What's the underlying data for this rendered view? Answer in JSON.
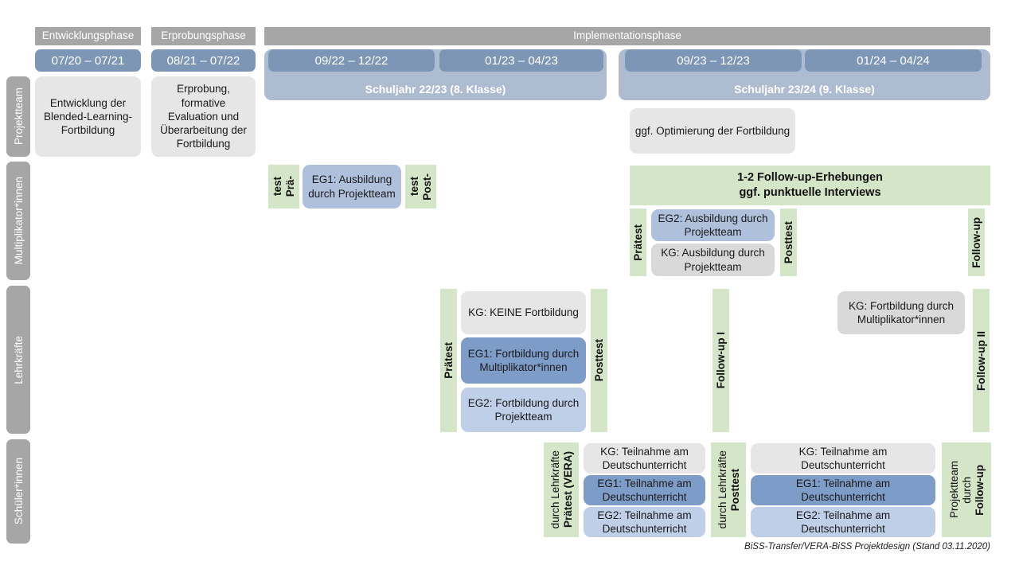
{
  "document": {
    "footer_note": "BiSS-Transfer/VERA-BiSS Projektdesign (Stand 03.11.2020)"
  },
  "colors": {
    "grey_header": "#a6a6a6",
    "period_blue": "#7e96b5",
    "schoolyear_blue": "#aebcd2",
    "box_grey": "#e6e6e6",
    "box_grey_dark": "#d9d9d9",
    "blue_mid": "#aec0dc",
    "blue_dark": "#7e9cc8",
    "blue_light": "#bfcfe7",
    "green_test": "#d5e5c8"
  },
  "phases": [
    {
      "label": "Entwicklungsphase"
    },
    {
      "label": "Erprobungsphase"
    },
    {
      "label": "Implementationsphase"
    }
  ],
  "periods": [
    {
      "label": "07/20 – 07/21"
    },
    {
      "label": "08/21 – 07/22"
    },
    {
      "label": "09/22 – 12/22"
    },
    {
      "label": "01/23 – 04/23"
    },
    {
      "label": "09/23 – 12/23"
    },
    {
      "label": "01/24 – 04/24"
    }
  ],
  "schoolyears": [
    {
      "label": "Schuljahr 22/23 (8. Klasse)"
    },
    {
      "label": "Schuljahr 23/24 (9. Klasse)"
    }
  ],
  "lanes": [
    {
      "label": "Projektteam"
    },
    {
      "label": "Multiplikator*innen"
    },
    {
      "label": "Lehrkräfte"
    },
    {
      "label": "Schüler*innen"
    }
  ],
  "projektteam": {
    "entwicklung": "Entwicklung der Blended-Learning-Fortbildung",
    "erprobung": "Erprobung, formative Evaluation und Überarbeitung der Fortbildung",
    "optimierung": "ggf. Optimierung der Fortbildung"
  },
  "multiplikatoren": {
    "praetest_1": "Prä-",
    "praetest_2": "test",
    "eg1": "EG1: Ausbildung durch Projektteam",
    "posttest_1": "Post-",
    "posttest_2": "test",
    "follow_banner_line1": "1-2 Follow-up-Erhebungen",
    "follow_banner_line2": "ggf. punktuelle Interviews",
    "praetest_2023": "Prätest",
    "eg2": "EG2: Ausbildung durch Projektteam",
    "kg": "KG: Ausbildung durch Projektteam",
    "posttest_2023": "Posttest",
    "followup": "Follow-up"
  },
  "lehrkraefte": {
    "praetest": "Prätest",
    "kg_keine": "KG:  KEINE Fortbildung",
    "eg1": "EG1: Fortbildung durch Multiplikator*innen",
    "eg2": "EG2: Fortbildung durch Projektteam",
    "posttest": "Posttest",
    "followup1": "Follow-up I",
    "kg_fortbildung": "KG: Fortbildung durch Multiplikator*innen",
    "followup2": "Follow-up II"
  },
  "schueler": {
    "praetest_main": "Prätest (VERA)",
    "praetest_sub": "durch Lehrkräfte",
    "kg_1": "KG: Teilnahme am Deutschunterricht",
    "eg1_1": "EG1: Teilnahme am Deutschunterricht",
    "eg2_1": "EG2: Teilnahme am Deutschunterricht",
    "posttest_main": "Posttest",
    "posttest_sub": "durch Lehrkräfte",
    "kg_2": "KG: Teilnahme am Deutschunterricht",
    "eg1_2": "EG1: Teilnahme am Deutschunterricht",
    "eg2_2": "EG2: Teilnahme am Deutschunterricht",
    "followup_main": "Follow-up",
    "followup_sub1": "durch",
    "followup_sub2": "Projektteam"
  }
}
